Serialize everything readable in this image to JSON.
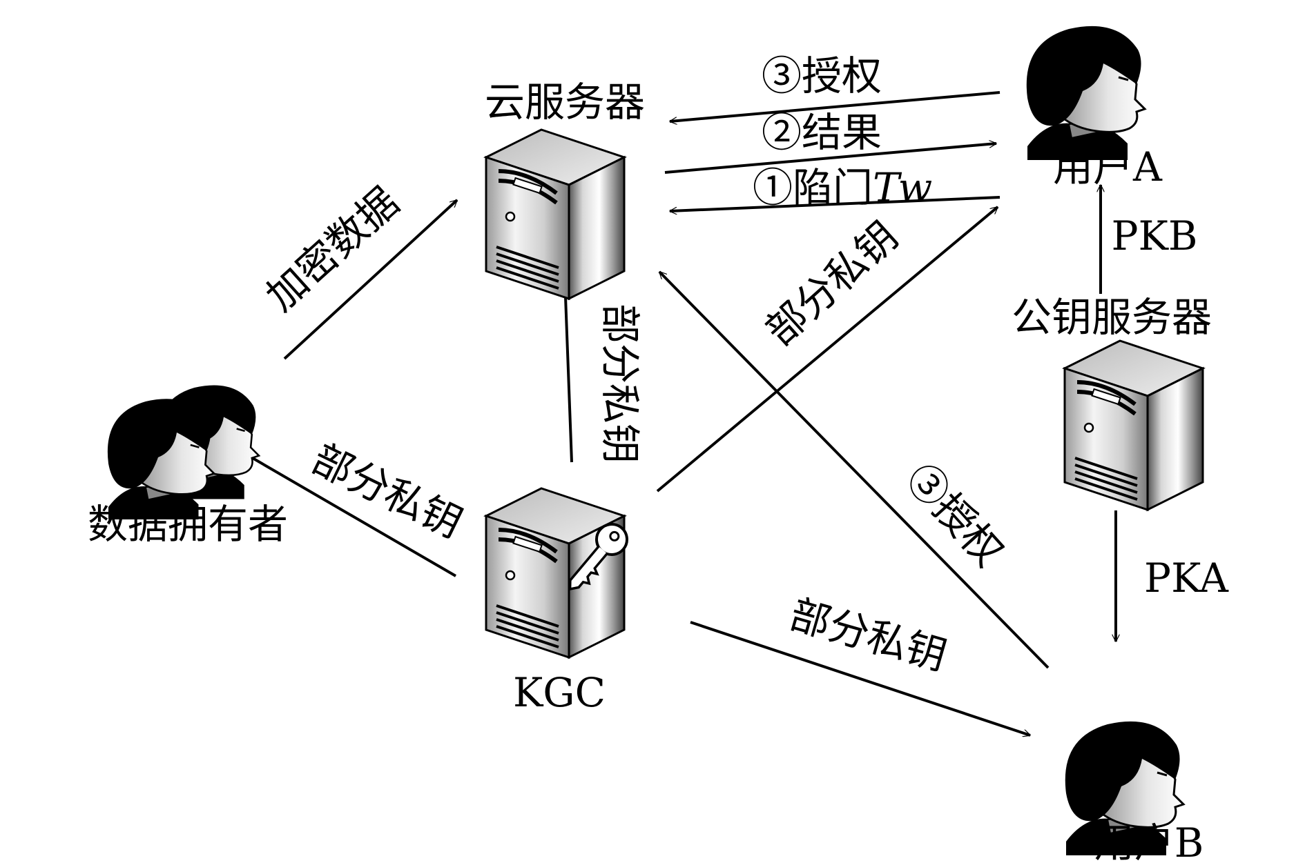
{
  "nodes": {
    "cloud_server": "云服务器",
    "public_key_server": "公钥服务器",
    "kgc": "KGC",
    "data_owner": "数据拥有者",
    "user_a": "用户A",
    "user_b": "用户B"
  },
  "edges": {
    "authorize_a_to_cloud": "③授权",
    "result_cloud_to_a": "②结果",
    "trapdoor_prefix": "①陷门",
    "trapdoor_symbol": "Tw",
    "encrypted_data": "加密数据",
    "kgc_to_cloud": "部分私钥",
    "kgc_to_user_a": "部分私钥",
    "kgc_to_owner": "部分私钥",
    "kgc_to_user_b": "部分私钥",
    "authorize_b_to_cloud": "③授权",
    "pkb": "PKB",
    "pka": "PKA"
  },
  "icons": [
    "server-icon",
    "key-icon",
    "person-icon"
  ]
}
